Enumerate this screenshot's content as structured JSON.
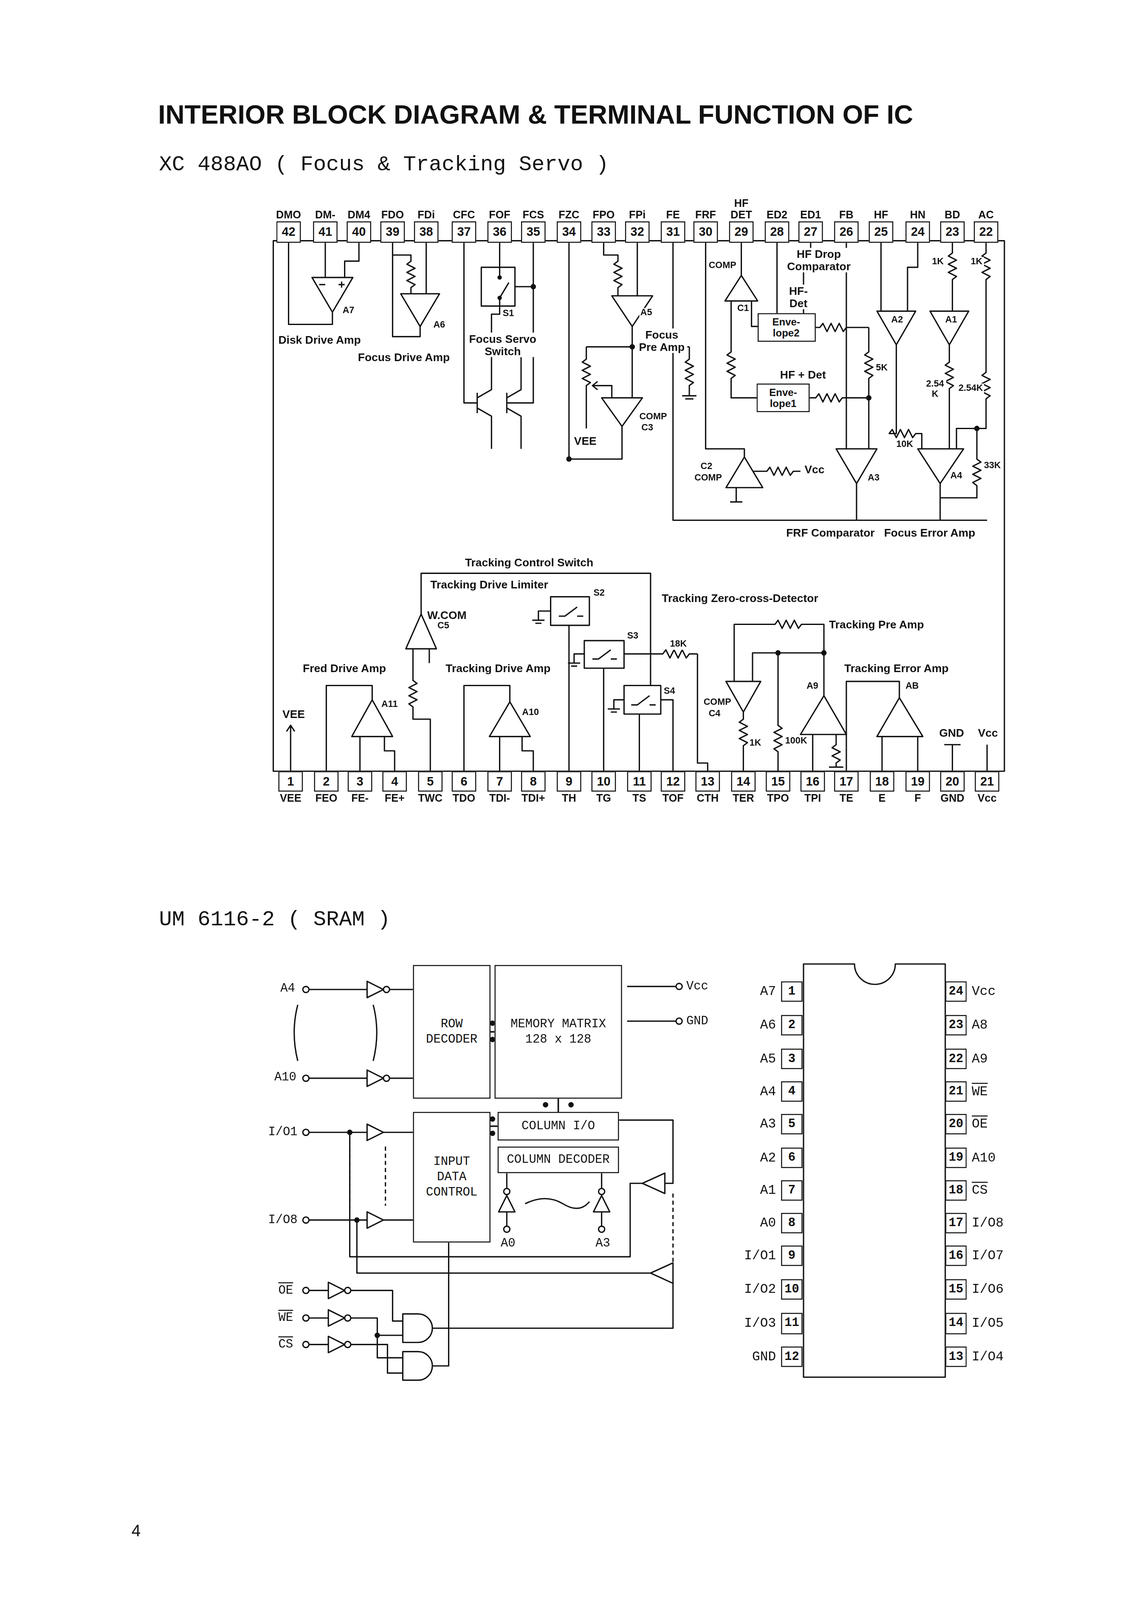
{
  "diagram": {
    "title": "INTERIOR BLOCK DIAGRAM & TERMINAL FUNCTION OF IC",
    "nodes": [
      {
        "text": [
          "42",
          "DMO"
        ]
      },
      {
        "text": [
          "41",
          "DM-"
        ]
      },
      {
        "text": [
          "40",
          "DM4"
        ]
      },
      {
        "text": [
          "39",
          "FDO"
        ]
      },
      {
        "text": [
          "38",
          "FDi"
        ]
      },
      {
        "text": [
          "37",
          "CFC"
        ]
      },
      {
        "text": [
          "36",
          "FOF"
        ]
      },
      {
        "text": [
          "35",
          "FCS"
        ]
      },
      {
        "text": [
          "34",
          "FZC"
        ]
      },
      {
        "text": [
          "33",
          "FPO"
        ]
      },
      {
        "text": [
          "32",
          "FPi"
        ]
      },
      {
        "text": [
          "31",
          "FE"
        ]
      },
      {
        "text": [
          "30",
          "FRF"
        ]
      },
      {
        "text": [
          "29",
          "HF DET"
        ]
      },
      {
        "text": [
          "28",
          "ED2"
        ]
      },
      {
        "text": [
          "27",
          "ED1"
        ]
      },
      {
        "text": [
          "26",
          "FB"
        ]
      },
      {
        "text": [
          "25",
          "HF"
        ]
      },
      {
        "text": [
          "24",
          "HN"
        ]
      },
      {
        "text": [
          "23",
          "BD"
        ]
      },
      {
        "text": [
          "22",
          "AC"
        ]
      },
      {
        "text": [
          "Enve- lope2"
        ]
      },
      {
        "text": [
          "Enve- lope1"
        ]
      },
      {
        "text": [
          "1",
          "VEE"
        ]
      },
      {
        "text": [
          "2",
          "FEO"
        ]
      },
      {
        "text": [
          "3",
          "FE-"
        ]
      },
      {
        "text": [
          "4",
          "FE+"
        ]
      },
      {
        "text": [
          "5",
          "TWC"
        ]
      },
      {
        "text": [
          "6",
          "TDO"
        ]
      },
      {
        "text": [
          "7",
          "TDI-"
        ]
      },
      {
        "text": [
          "8",
          "TDI+"
        ]
      },
      {
        "text": [
          "9",
          "TH"
        ]
      },
      {
        "text": [
          "10",
          "TG"
        ]
      },
      {
        "text": [
          "11",
          "TS"
        ]
      },
      {
        "text": [
          "12",
          "TOF"
        ]
      },
      {
        "text": [
          "13",
          "CTH"
        ]
      },
      {
        "text": [
          "14",
          "TER"
        ]
      },
      {
        "text": [
          "15",
          "TPO"
        ]
      },
      {
        "text": [
          "16",
          "TPI"
        ]
      },
      {
        "text": [
          "17",
          "TE"
        ]
      },
      {
        "text": [
          "18",
          "E"
        ]
      },
      {
        "text": [
          "19",
          "F"
        ]
      },
      {
        "text": [
          "20",
          "GND"
        ]
      },
      {
        "text": [
          "21",
          "Vcc"
        ]
      },
      {
        "text": [
          "ROW DECODER"
        ]
      },
      {
        "text": [
          "MEMORY MATRIX 128 x 128"
        ]
      },
      {
        "text": [
          "COLUMN I/O"
        ]
      },
      {
        "text": [
          "COLUMN DECODER"
        ]
      },
      {
        "text": [
          "INPUT DATA CONTROL"
        ]
      },
      {
        "text": [
          "1",
          "A7"
        ]
      },
      {
        "text": [
          "24",
          "Vcc"
        ]
      },
      {
        "text": [
          "2",
          "A6"
        ]
      },
      {
        "text": [
          "23",
          "A8"
        ]
      },
      {
        "text": [
          "3",
          "A5"
        ]
      },
      {
        "text": [
          "22",
          "A9"
        ]
      },
      {
        "text": [
          "4",
          "A4"
        ]
      },
      {
        "text": [
          "21",
          "WE"
        ]
      },
      {
        "text": [
          "5",
          "A3"
        ]
      },
      {
        "text": [
          "20",
          "OE"
        ]
      },
      {
        "text": [
          "6",
          "A2"
        ]
      },
      {
        "text": [
          "19",
          "A10"
        ]
      },
      {
        "text": [
          "7",
          "A1"
        ]
      },
      {
        "text": [
          "18",
          "CS"
        ]
      },
      {
        "text": [
          "8",
          "A0"
        ]
      },
      {
        "text": [
          "17",
          "I/O8"
        ]
      },
      {
        "text": [
          "9",
          "I/O1"
        ]
      },
      {
        "text": [
          "16",
          "I/O7"
        ]
      },
      {
        "text": [
          "10",
          "I/O2"
        ]
      },
      {
        "text": [
          "15",
          "I/O6"
        ]
      },
      {
        "text": [
          "11",
          "I/O3"
        ]
      },
      {
        "text": [
          "14",
          "I/O5"
        ]
      },
      {
        "text": [
          "12",
          "GND"
        ]
      },
      {
        "text": [
          "13",
          "I/O4"
        ]
      }
    ],
    "edges": [
      {
        "from": 44,
        "to": 45,
        "arrow": "none"
      },
      {
        "from": 45,
        "to": 46,
        "arrow": "none"
      },
      {
        "from": 48,
        "to": 46,
        "arrow": "none"
      }
    ],
    "labels": [
      "XC 488AO ( Focus & Tracking Servo )",
      "A7",
      "Disk Drive Amp",
      "A6",
      "Focus Drive Amp",
      "S1",
      "Focus Servo Switch",
      "A5",
      "Focus Pre Amp",
      "COMP",
      "C3",
      "VEE",
      "COMP",
      "C1",
      "HF Drop Comparator",
      "HF- Det",
      "HF + Det",
      "Vcc",
      "1K",
      "1K",
      "5K",
      "A2",
      "A1",
      "2.54 K",
      "2.54K",
      "10K",
      "33K",
      "A3",
      "A4",
      "C2",
      "COMP",
      "FRF Comparator",
      "Focus Error Amp",
      "Tracking Control Switch",
      "Tracking Drive Limiter",
      "S2",
      "W.COM",
      "C5",
      "Tracking Zero-cross-Detector",
      "S3",
      "18K",
      "Tracking Pre Amp",
      "Fred Drive Amp",
      "Tracking Drive Amp",
      "Tracking Error Amp",
      "S4",
      "A9",
      "AB",
      "VEE",
      "A11",
      "A10",
      "COMP",
      "C4",
      "1K",
      "100K",
      "GND",
      "Vcc",
      "UM 6116-2 ( SRAM )",
      "A4",
      "A10",
      "I/O1",
      "I/O8",
      "OE",
      "WE",
      "CS",
      "Vcc",
      "GND",
      "A0",
      "A3",
      "4"
    ]
  }
}
